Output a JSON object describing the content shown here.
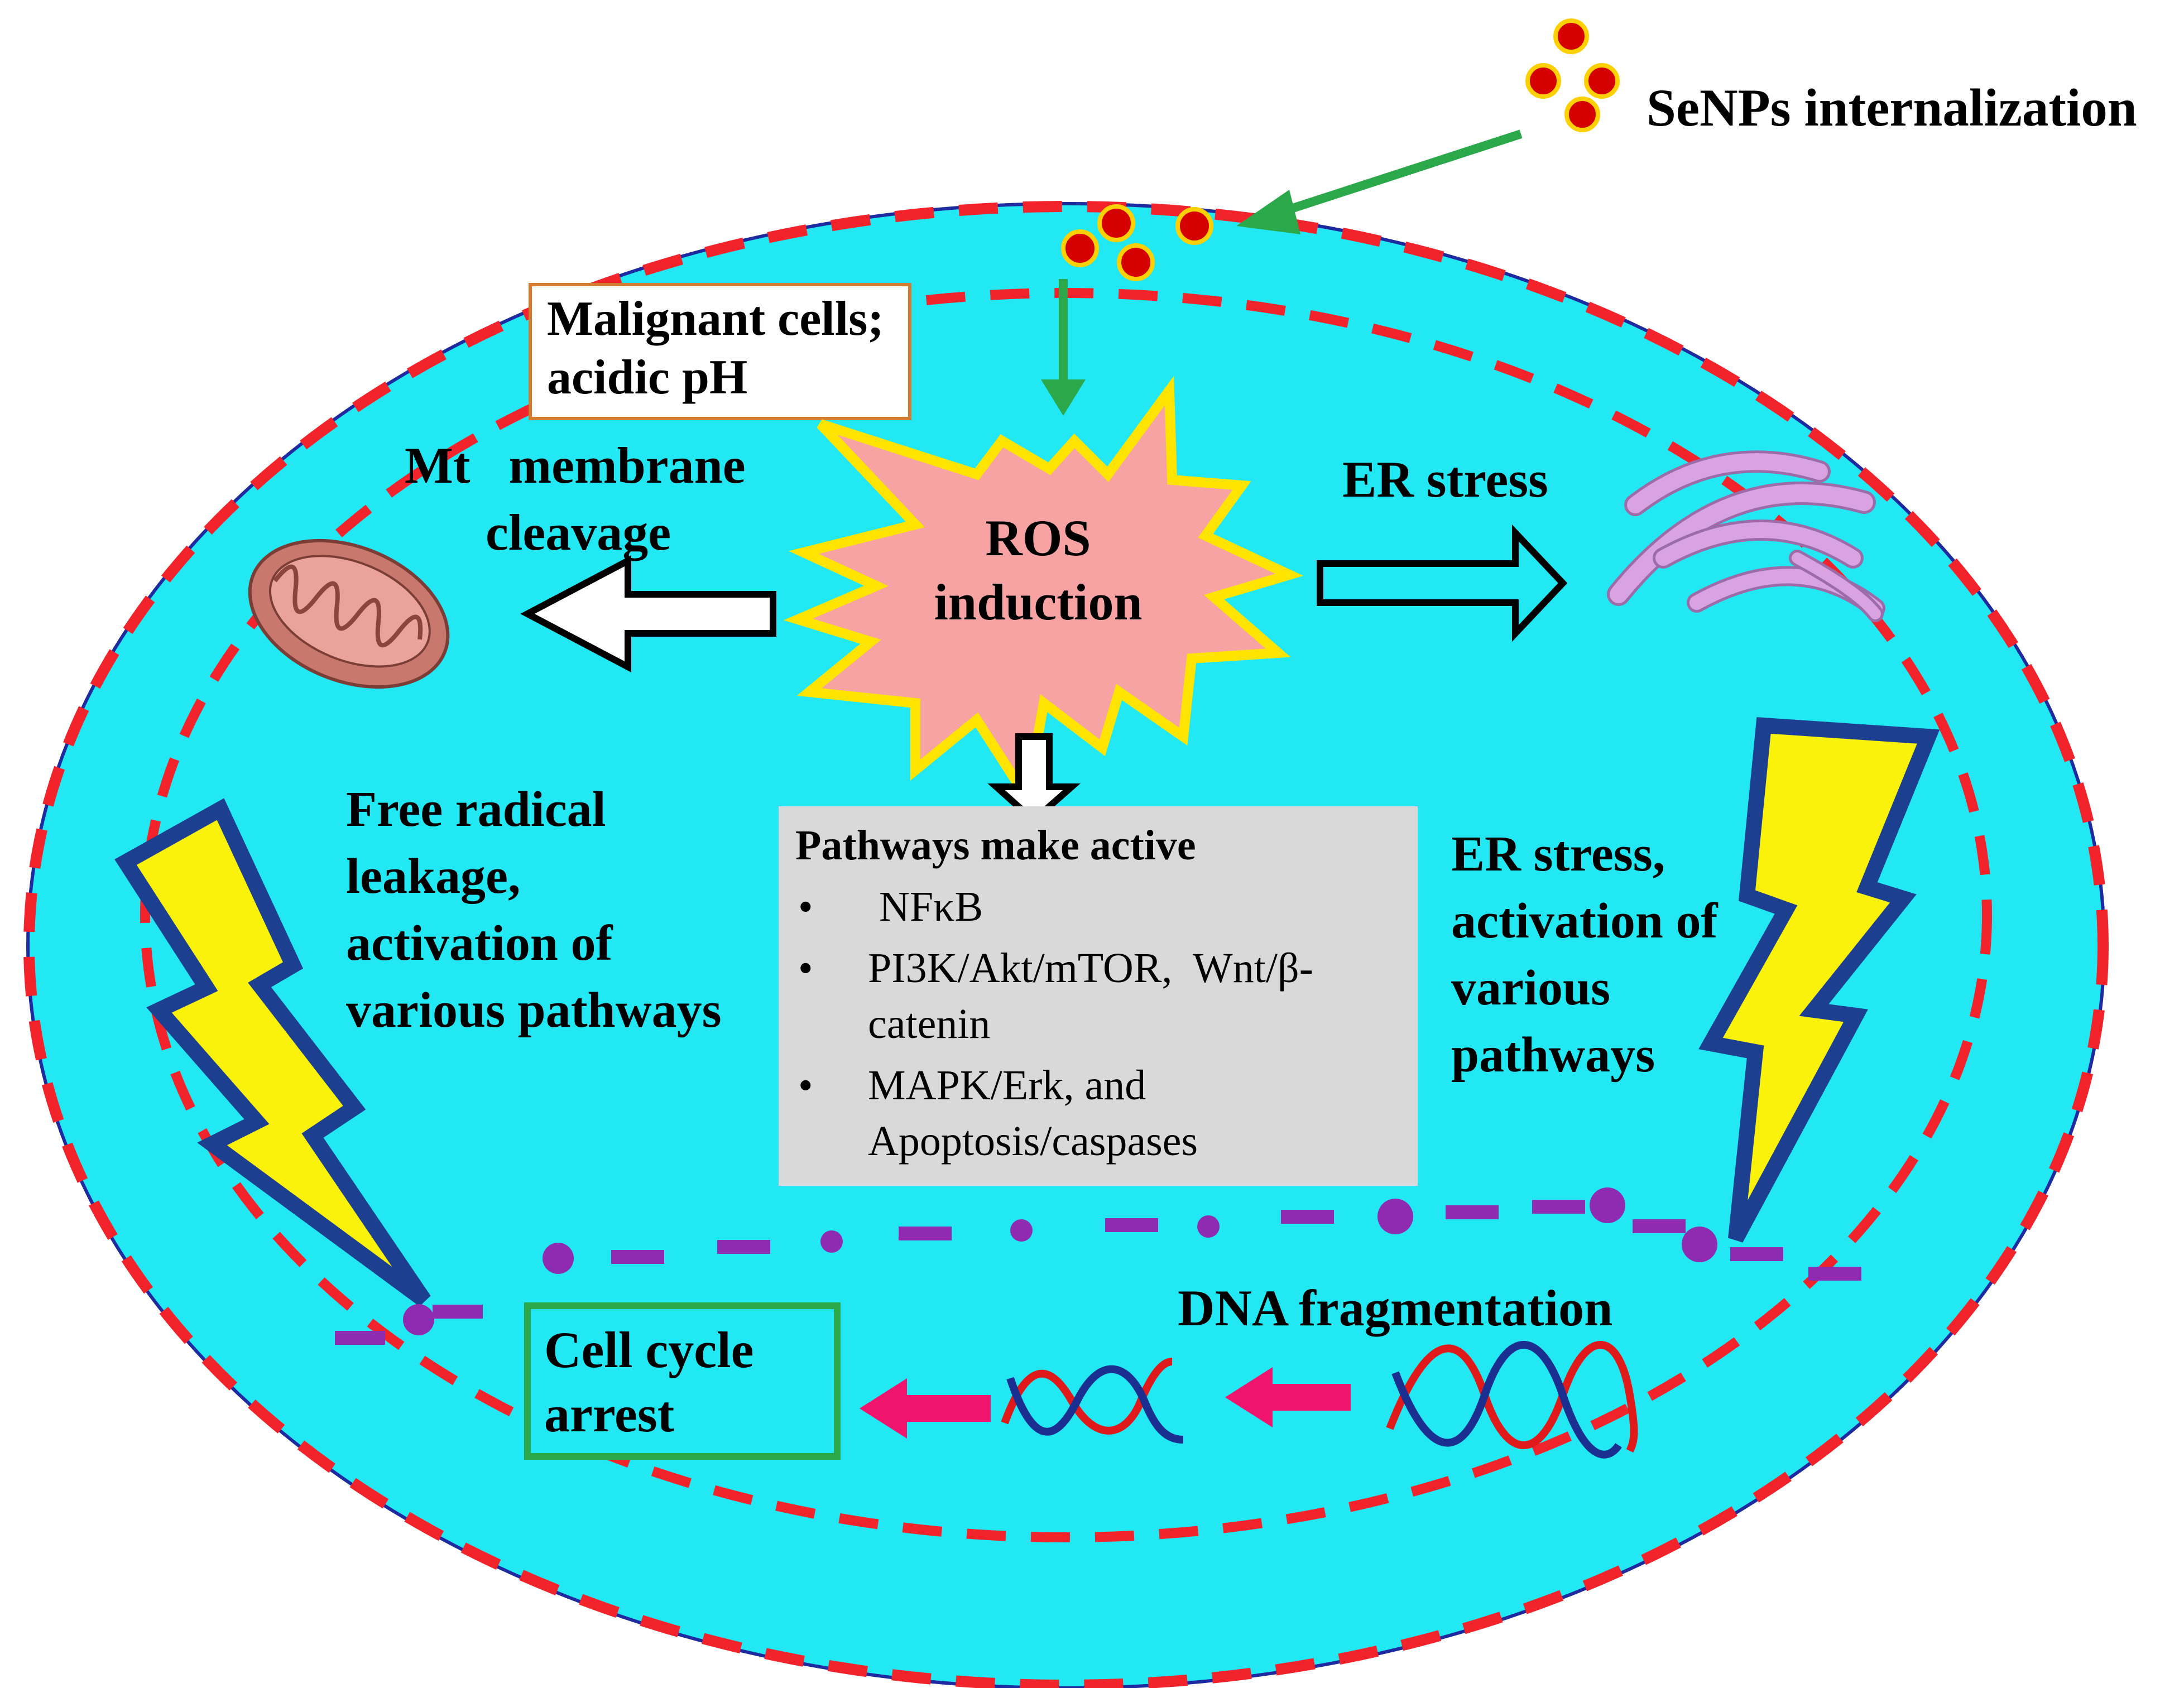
{
  "labels": {
    "senps_internalization": "SeNPs internalization",
    "malignant_line1": "Malignant cells;",
    "malignant_line2": "acidic pH",
    "ros_line1": "ROS",
    "ros_line2": "induction",
    "mt_line1": "Mt   membrane",
    "mt_line2": "cleavage",
    "er_stress": "ER stress",
    "free_radical_lines": [
      "Free radical",
      "leakage,",
      "activation of",
      "various pathways"
    ],
    "er_pathways_lines": [
      "ER stress,",
      "activation of",
      "various",
      "pathways"
    ],
    "dna_fragmentation": "DNA fragmentation",
    "cell_cycle_line1": "Cell cycle",
    "cell_cycle_line2": "arrest"
  },
  "pathways_box": {
    "title": "Pathways make active",
    "bullet": "•",
    "items": [
      [
        "NFκB"
      ],
      [
        "PI3K/Akt/mTOR,  Wnt/β-",
        "catenin"
      ],
      [
        "MAPK/Erk, and",
        "Apoptosis/caspases"
      ]
    ]
  },
  "colors": {
    "cell_fill": "#22e8f3",
    "membrane_dash": "#f2232a",
    "nanoparticle": "#d40000",
    "nanoparticle_ring": "#ffd000",
    "green_arrow": "#2aa84a",
    "ros_fill": "#f7a3a3",
    "ros_stroke": "#ffe400",
    "pink_arrow": "#f0146e",
    "dna_purple": "#8e2bb0",
    "bolt_fill": "#fbf20c",
    "bolt_stroke": "#1c3f8f",
    "pathways_box_fill": "#d9d9d9",
    "cell_cycle_border": "#2aa84a",
    "er_fill": "#d8a3e0",
    "mito_fill": "#c9786e"
  }
}
